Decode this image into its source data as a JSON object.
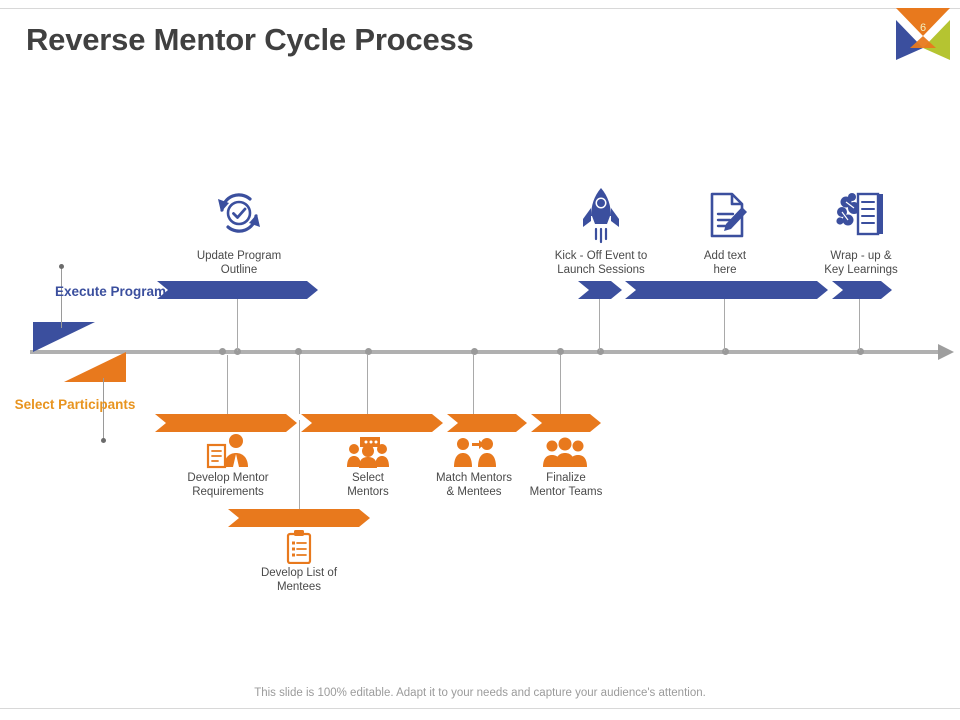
{
  "slide": {
    "title": "Reverse Mentor Cycle Process",
    "footer": "This slide is 100% editable. Adapt it to your needs and capture your audience's attention.",
    "logo": {
      "number": "6",
      "colors": {
        "orange": "#E8791D",
        "blue": "#3B4F9E",
        "green": "#B5C431"
      }
    }
  },
  "colors": {
    "blue": "#3B4F9E",
    "orange": "#E8791D",
    "orange_label": "#E8941F",
    "axis_gray": "#B0B0B0",
    "text_gray": "#4A4A4A",
    "title_gray": "#404040",
    "footer_gray": "#9B9B9B"
  },
  "branches": [
    {
      "name": "execute-program",
      "label": "Execute\nProgram",
      "color": "#3B4F9E"
    },
    {
      "name": "select-participants",
      "label": "Select\nParticipants",
      "color": "#E8941F"
    }
  ],
  "top_track": {
    "label": "Execute Program",
    "steps": [
      {
        "id": "update-program-outline",
        "label": "Update Program\nOutline",
        "icon": "refresh-check-icon"
      },
      {
        "id": "kick-off-event",
        "label": "Kick - Off Event to\nLaunch Sessions",
        "icon": "rocket-icon"
      },
      {
        "id": "add-text-here",
        "label": "Add text\nhere",
        "icon": "document-pen-icon"
      },
      {
        "id": "wrap-up-key-learnings",
        "label": "Wrap - up &\nKey Learnings",
        "icon": "book-brain-icon"
      }
    ]
  },
  "bottom_track": {
    "label": "Select Participants",
    "steps": [
      {
        "id": "develop-mentor-requirements",
        "label": "Develop Mentor\nRequirements",
        "icon": "person-document-icon"
      },
      {
        "id": "select-mentors",
        "label": "Select\nMentors",
        "icon": "people-discussion-icon"
      },
      {
        "id": "match-mentors-mentees",
        "label": "Match Mentors\n& Mentees",
        "icon": "two-people-arrow-icon"
      },
      {
        "id": "finalize-mentor-teams",
        "label": "Finalize\nMentor Teams",
        "icon": "group-people-icon"
      },
      {
        "id": "develop-list-of-mentees",
        "label": "Develop List of\nMentees",
        "icon": "clipboard-list-icon"
      }
    ]
  }
}
